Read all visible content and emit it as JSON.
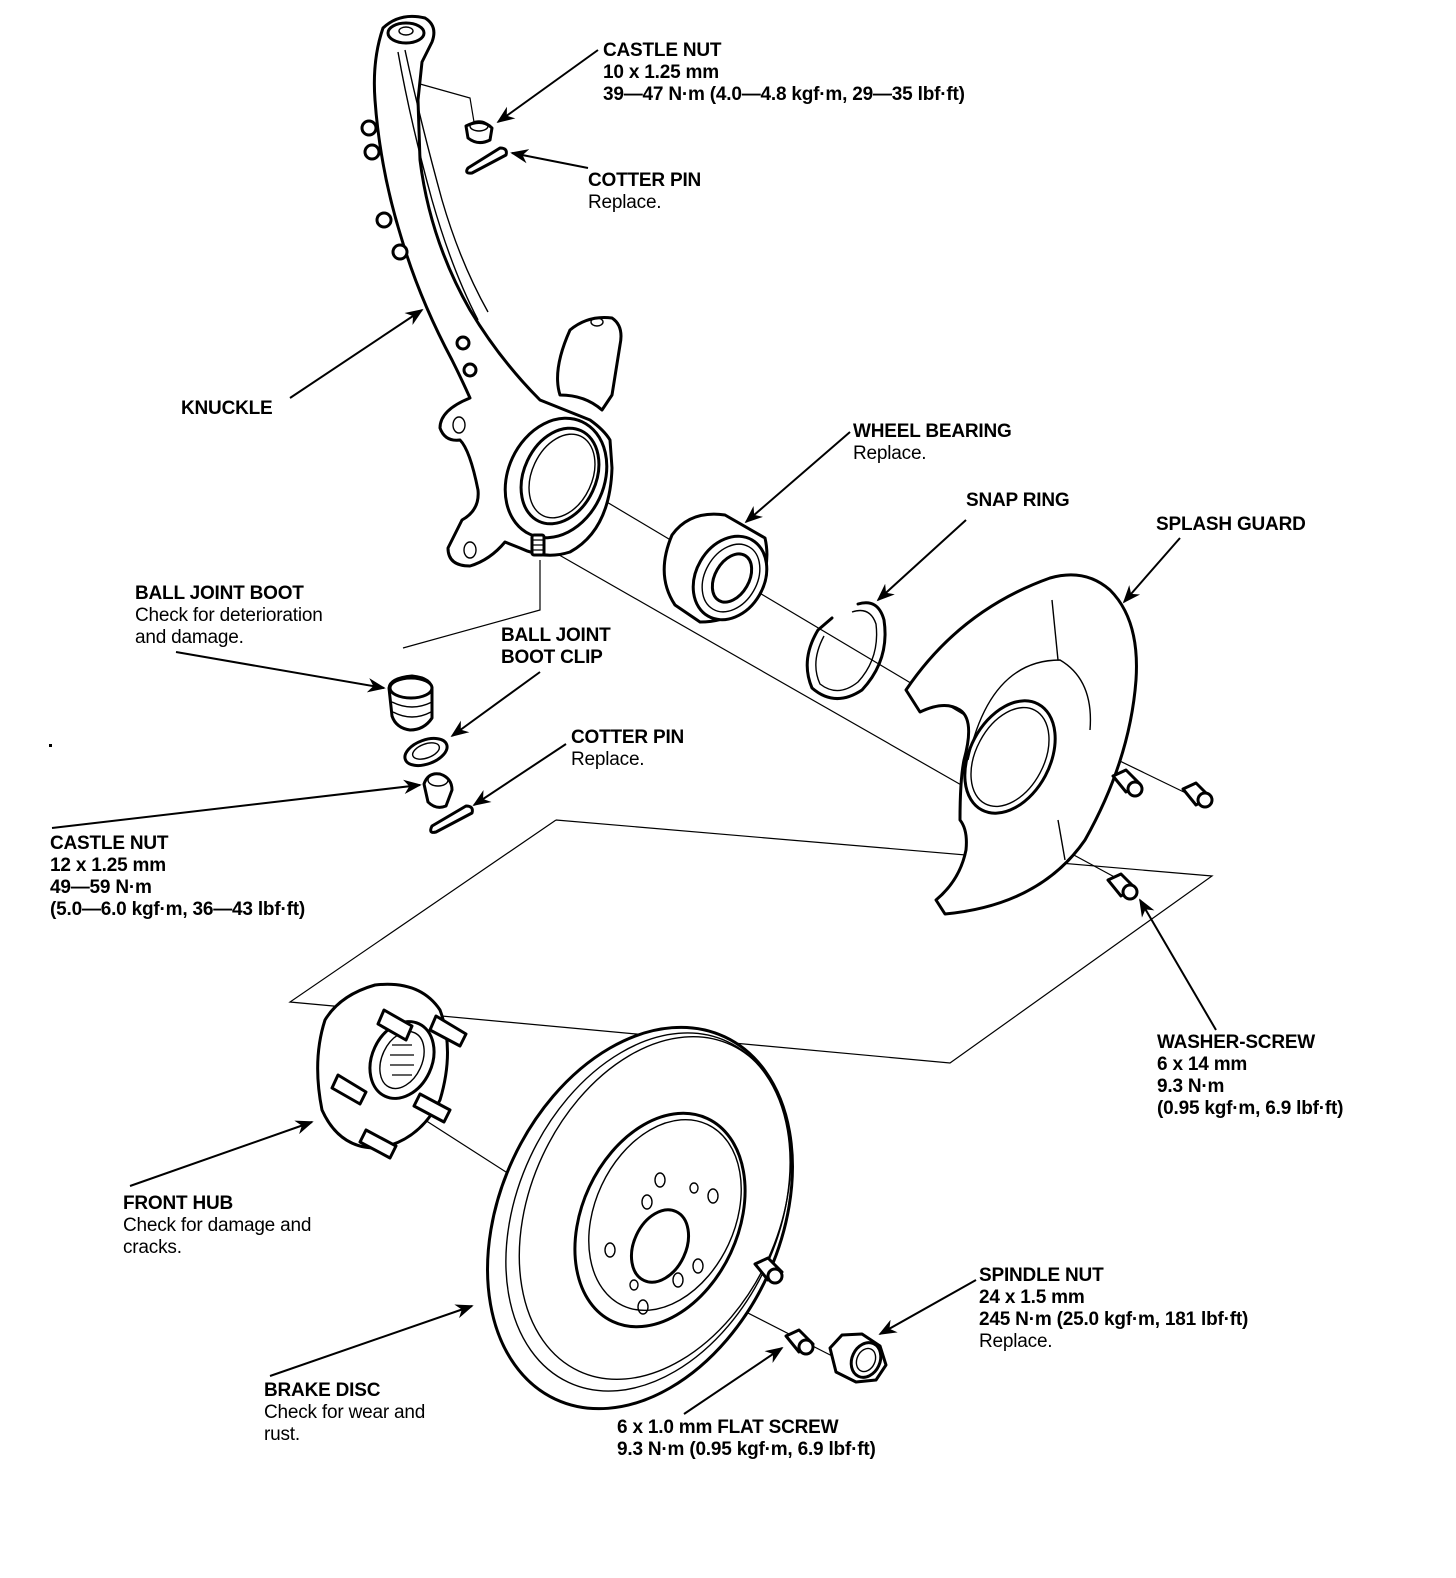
{
  "diagram": {
    "title": "Front knuckle / hub exploded view",
    "labels": {
      "castle_nut_upper": {
        "title": "CASTLE NUT",
        "spec": "10 x 1.25 mm",
        "torque": "39—47 N·m (4.0—4.8 kgf·m, 29—35 lbf·ft)"
      },
      "cotter_pin_upper": {
        "title": "COTTER PIN",
        "note": "Replace."
      },
      "knuckle": {
        "title": "KNUCKLE"
      },
      "wheel_bearing": {
        "title": "WHEEL BEARING",
        "note": "Replace."
      },
      "snap_ring": {
        "title": "SNAP RING"
      },
      "splash_guard": {
        "title": "SPLASH GUARD"
      },
      "ball_joint_boot": {
        "title": "BALL JOINT BOOT",
        "note1": "Check for deterioration",
        "note2": "and damage."
      },
      "ball_joint_boot_clip": {
        "title1": "BALL JOINT",
        "title2": "BOOT CLIP"
      },
      "cotter_pin_lower": {
        "title": "COTTER PIN",
        "note": "Replace."
      },
      "castle_nut_lower": {
        "title": "CASTLE NUT",
        "spec": "12 x 1.25 mm",
        "torque1": "49—59 N·m",
        "torque2": "(5.0—6.0 kgf·m, 36—43 lbf·ft)"
      },
      "washer_screw": {
        "title": "WASHER-SCREW",
        "spec": "6 x 14 mm",
        "torque1": "9.3 N·m",
        "torque2": "(0.95 kgf·m, 6.9 lbf·ft)"
      },
      "front_hub": {
        "title": "FRONT HUB",
        "note1": "Check for damage and",
        "note2": "cracks."
      },
      "spindle_nut": {
        "title": "SPINDLE NUT",
        "spec": "24 x 1.5 mm",
        "torque": "245 N·m (25.0 kgf·m, 181 lbf·ft)",
        "note": "Replace."
      },
      "brake_disc": {
        "title": "BRAKE DISC",
        "note1": "Check for wear and",
        "note2": "rust."
      },
      "flat_screw": {
        "title": "6 x 1.0 mm FLAT SCREW",
        "torque": "9.3 N·m (0.95 kgf·m, 6.9 lbf·ft)"
      }
    }
  }
}
